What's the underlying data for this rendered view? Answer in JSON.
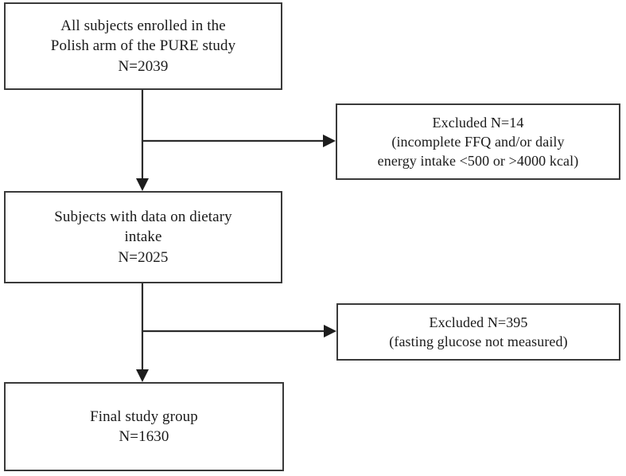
{
  "diagram": {
    "type": "flowchart",
    "title": "Study participant flow diagram",
    "orientation": "top-to-bottom with right-side exclusion branches",
    "colors": {
      "box_border": "#3a3a3a",
      "box_fill": "#ffffff",
      "connector": "#2b2b2b",
      "text": "#1a1a1a"
    }
  },
  "nodes": {
    "enrolled": {
      "id": "enrolled",
      "line1": "All subjects enrolled in the",
      "line2": "Polish arm of the PURE study",
      "line3": "N=2039",
      "count": 2039
    },
    "dietary": {
      "id": "dietary",
      "line1": "Subjects with data on dietary",
      "line2": "intake",
      "line3": "N=2025",
      "count": 2025
    },
    "final": {
      "id": "final",
      "line1": "Final study group",
      "line2": "N=1630",
      "count": 1630
    },
    "excluded_ffq": {
      "id": "excluded-ffq",
      "line1": "Excluded N=14",
      "line2": "(incomplete FFQ and/or daily",
      "line3": "energy intake <500 or >4000 kcal)",
      "count": 14
    },
    "excluded_glucose": {
      "id": "excluded-glucose",
      "line1": "Excluded N=395",
      "line2": "(fasting glucose not measured)",
      "count": 395
    }
  },
  "edges": [
    {
      "from": "enrolled",
      "to": "dietary",
      "kind": "vertical-arrow"
    },
    {
      "from": "enrolled",
      "to": "excluded_ffq",
      "kind": "branch-right-arrow"
    },
    {
      "from": "dietary",
      "to": "final",
      "kind": "vertical-arrow"
    },
    {
      "from": "dietary",
      "to": "excluded_glucose",
      "kind": "branch-right-arrow"
    }
  ]
}
